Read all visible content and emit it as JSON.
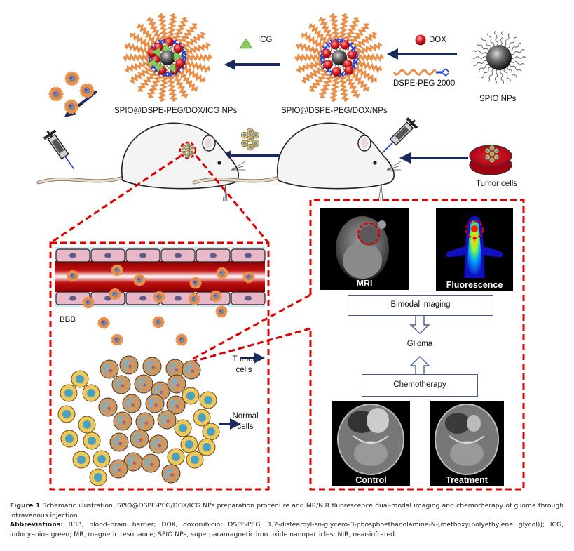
{
  "labels": {
    "icg": "ICG",
    "dox": "DOX",
    "dspe_peg": "DSPE-PEG 2000",
    "spio_nps": "SPIO NPs",
    "np_final": "SPIO@DSPE-PEG/DOX/ICG NPs",
    "np_dox": "SPIO@DSPE-PEG/DOX/NPs",
    "tumor_cells_dish": "Tumor cells",
    "bbb": "BBB",
    "tumor_cells": "Tumor\ncells",
    "tumor_cells_l1": "Tumor",
    "tumor_cells_l2": "cells",
    "normal_cells_l1": "Normal",
    "normal_cells_l2": "cells",
    "mri": "MRI",
    "fluorescence": "Fluorescence",
    "bimodal": "Bimodal imaging",
    "glioma": "Glioma",
    "chemo": "Chemotherapy",
    "control": "Control",
    "treatment": "Treatment"
  },
  "colors": {
    "arrow": "#1a2a5c",
    "dash_red": "#e00000",
    "peg_orange": "#e8904a",
    "dox_red": "#d42020",
    "icg_green": "#8cc860",
    "linker_blue": "#2040e0",
    "flow_border": "#4a5c8c"
  },
  "caption": {
    "figure_label": "Figure 1",
    "figure_text": "Schematic illustration. SPIO@DSPE-PEG/DOX/ICG NPs preparation procedure and MR/NIR fluorescence dual-modal imaging and chemotherapy of glioma through intravenous injection.",
    "abbr_label": "Abbreviations:",
    "abbr_text": "BBB, blood–brain barrier; DOX, doxorubicin; DSPE-PEG, 1,2-distearoyl-sn-glycero-3-phosphoethanolamine-N-[methoxy(polyethylene glycol)]; ICG, indocyanine green; MR, magnetic resonance; SPIO NPs, superparamagnetic iron oxide nanoparticles; NIR, near-infrared."
  }
}
